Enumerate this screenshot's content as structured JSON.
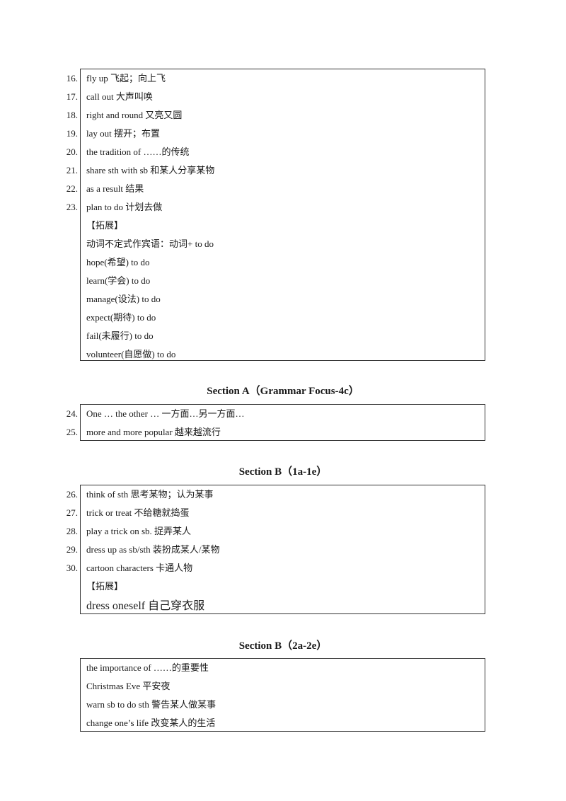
{
  "box1": {
    "rows": [
      {
        "num": "16.",
        "text": "fly up  飞起；向上飞"
      },
      {
        "num": "17.",
        "text": "call out  大声叫唤"
      },
      {
        "num": "18.",
        "text": "right and round  又亮又圆"
      },
      {
        "num": "19.",
        "text": "lay out  摆开；布置"
      },
      {
        "num": "20.",
        "text": "the tradition of ……的传统"
      },
      {
        "num": "21.",
        "text": "share sth with sb  和某人分享某物"
      },
      {
        "num": "22.",
        "text": "as a result  结果"
      },
      {
        "num": "23.",
        "text": "plan to do  计划去做"
      },
      {
        "num": "",
        "text": "【拓展】"
      },
      {
        "num": "",
        "text": "动词不定式作宾语：动词+ to do"
      },
      {
        "num": "",
        "text": "hope(希望)  to  do"
      },
      {
        "num": "",
        "text": "learn(学会)  to  do"
      },
      {
        "num": "",
        "text": "manage(设法)  to  do"
      },
      {
        "num": "",
        "text": "expect(期待)  to  do"
      },
      {
        "num": "",
        "text": "fail(未履行)  to  do"
      },
      {
        "num": "",
        "text": "volunteer(自愿做)  to  do"
      }
    ]
  },
  "section2": {
    "heading": "Section  A（Grammar  Focus-4c）",
    "rows": [
      {
        "num": "24.",
        "text": "One  …  the other …  一方面…另一方面…"
      },
      {
        "num": "25.",
        "text": "more and more popular  越来越流行"
      }
    ]
  },
  "section3": {
    "heading": "Section  B（1a-1e）",
    "rows": [
      {
        "num": "26.",
        "text": "think of sth 思考某物；认为某事"
      },
      {
        "num": "27.",
        "text": "trick or treat  不给糖就捣蛋"
      },
      {
        "num": "28.",
        "text": "play a trick on sb.  捉弄某人"
      },
      {
        "num": "29.",
        "text": "dress up as sb/sth 装扮成某人/某物"
      },
      {
        "num": "30.",
        "text": "cartoon characters  卡通人物"
      },
      {
        "num": "",
        "text": "【拓展】"
      },
      {
        "num": "",
        "text": "dress  oneself  自己穿衣服",
        "big": true
      }
    ]
  },
  "section4": {
    "heading": "Section  B（2a-2e）",
    "rows": [
      {
        "num": "",
        "text": "the importance of ……的重要性"
      },
      {
        "num": "",
        "text": "Christmas Eve  平安夜"
      },
      {
        "num": "",
        "text": "warn sb to do sth  警告某人做某事"
      },
      {
        "num": "",
        "text": "change one’s life  改变某人的生活"
      }
    ]
  }
}
